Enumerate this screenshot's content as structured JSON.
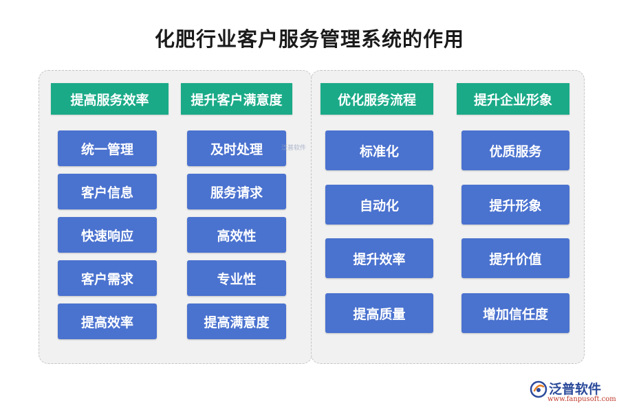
{
  "title": "化肥行业客户服务管理系统的作用",
  "columns": [
    {
      "header": "提高服务效率",
      "items": [
        "统一管理",
        "客户信息",
        "快速响应",
        "客户需求",
        "提高效率"
      ]
    },
    {
      "header": "提升客户满意度",
      "items": [
        "及时处理",
        "服务请求",
        "高效性",
        "专业性",
        "提高满意度"
      ]
    },
    {
      "header": "优化服务流程",
      "items": [
        "标准化",
        "自动化",
        "提升效率",
        "提高质量"
      ]
    },
    {
      "header": "提升企业形象",
      "items": [
        "优质服务",
        "提升形象",
        "提升价值",
        "增加信任度"
      ]
    }
  ],
  "watermark": {
    "small_text": "泛普软件"
  },
  "logo": {
    "name": "泛普软件",
    "url": "www.fanpusoft.com"
  },
  "colors": {
    "header": "#1aaa88",
    "item": "#4a72cf",
    "panel": "#f1f1f1",
    "logo": "#2b4a9a"
  }
}
